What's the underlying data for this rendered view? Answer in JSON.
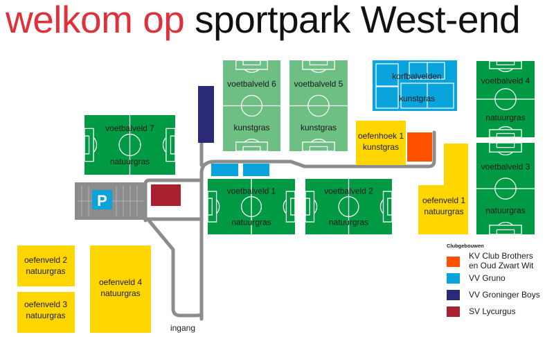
{
  "title": {
    "part1": "welkom op",
    "part2": "sportpark West-end"
  },
  "colors": {
    "title_red": "#e0303a",
    "natural_grass": "#009a44",
    "artificial_grass": "#6dbf84",
    "korfbal": "#0aa3dc",
    "practice": "#ffd600",
    "road": "#8c8c8c",
    "kv_club_brothers": "#ff5000",
    "vv_gruno": "#0aa3dc",
    "vv_groninger_boys": "#2a2a78",
    "sv_lycurgus": "#a8202f"
  },
  "fields": {
    "v7": {
      "name": "voetbalveld 7",
      "surface": "natuurgras"
    },
    "v6": {
      "name": "voetbalveld 6",
      "surface": "kunstgras"
    },
    "v5": {
      "name": "voetbalveld 5",
      "surface": "kunstgras"
    },
    "korf": {
      "name": "korfbalvelden",
      "surface": "kunstgras"
    },
    "v4": {
      "name": "voetbalveld 4",
      "surface": "natuurgras"
    },
    "v3": {
      "name": "voetbalveld 3",
      "surface": "natuurgras"
    },
    "v1": {
      "name": "voetbalveld 1",
      "surface": "natuurgras"
    },
    "v2": {
      "name": "voetbalveld 2",
      "surface": "natuurgras"
    },
    "oh1": {
      "name": "oefenhoek 1",
      "surface": "kunstgras"
    },
    "o1": {
      "name": "oefenveld 1",
      "surface": "natuurgras"
    },
    "o2": {
      "name": "oefenveld 2",
      "surface": "natuurgras"
    },
    "o3": {
      "name": "oefenveld 3",
      "surface": "natuurgras"
    },
    "o4": {
      "name": "oefenveld 4",
      "surface": "natuurgras"
    }
  },
  "parking": {
    "label": "P"
  },
  "entrance": {
    "label": "ingang"
  },
  "legend": {
    "title": "Clubgebouwen",
    "items": [
      {
        "line1": "KV Club Brothers",
        "line2": "en Oud Zwart Wit",
        "color": "#ff5000"
      },
      {
        "line1": "VV Gruno",
        "color": "#0aa3dc"
      },
      {
        "line1": "VV Groninger Boys",
        "color": "#2a2a78"
      },
      {
        "line1": "SV Lycurgus",
        "color": "#a8202f"
      }
    ]
  }
}
